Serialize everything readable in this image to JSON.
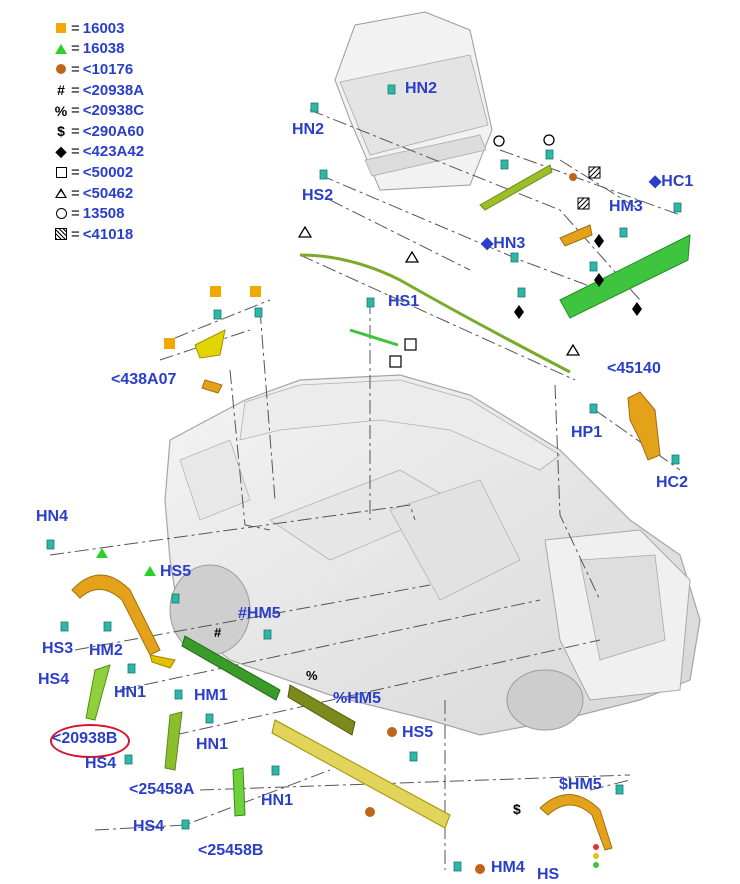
{
  "legend": [
    {
      "symbol": "square-filled-orange",
      "text": "16003"
    },
    {
      "symbol": "triangle-filled-green",
      "text": "16038"
    },
    {
      "symbol": "circle-filled-brown",
      "text": "<10176"
    },
    {
      "symbol": "#",
      "text": "<20938A"
    },
    {
      "symbol": "%",
      "text": "<20938C"
    },
    {
      "symbol": "$",
      "text": "<290A60"
    },
    {
      "symbol": "◆",
      "text": "<423A42"
    },
    {
      "symbol": "square-outline",
      "text": "<50002"
    },
    {
      "symbol": "triangle-outline",
      "text": "<50462"
    },
    {
      "symbol": "circle-outline",
      "text": "13508"
    },
    {
      "symbol": "hatched-square",
      "text": "<41018"
    }
  ],
  "legend_eq": "=",
  "labels": {
    "hn2_top": "HN2",
    "hn2_left": "HN2",
    "hs2": "HS2",
    "hc1": "◆HC1",
    "hm3": "HM3",
    "hn3": "◆HN3",
    "hs1": "HS1",
    "p438a07": "<438A07",
    "p45140": "<45140",
    "hp1": "HP1",
    "hc2": "HC2",
    "hn4": "HN4",
    "hs5_upper": "HS5",
    "hs3": "HS3",
    "hm2": "HM2",
    "hs4_a": "HS4",
    "hn1_a": "HN1",
    "hm1": "HM1",
    "hm5_hash": "#HM5",
    "hm5_pct": "%HM5",
    "p20938b": "<20938B",
    "hs4_b": "HS4",
    "hn1_b": "HN1",
    "p25458a": "<25458A",
    "hs5_lower": "HS5",
    "hn1_c": "HN1",
    "hs4_c": "HS4",
    "p25458b": "<25458B",
    "hm5_dollar": "$HM5",
    "hm4": "HM4",
    "hs_partial": "HS"
  },
  "markers": {
    "hash": "#",
    "percent": "%",
    "dollar": "$"
  },
  "colors": {
    "label": "#2a3fc9",
    "highlight": "#d4142a",
    "part_green": "#3fc43f",
    "part_olive": "#9bbf2a",
    "part_yellow": "#e2c000",
    "part_orange": "#e3a21a",
    "clip": "#2fb6a8"
  }
}
